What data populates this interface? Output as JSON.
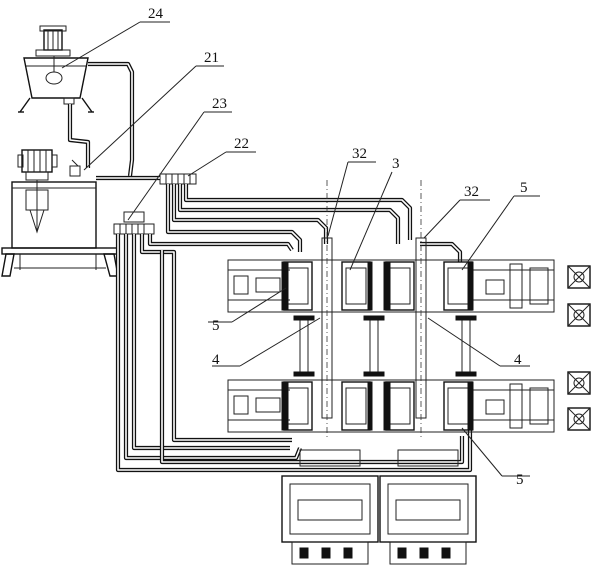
{
  "labels": {
    "l24": "24",
    "l21": "21",
    "l23": "23",
    "l22": "22",
    "l32a": "32",
    "l3": "3",
    "l32b": "32",
    "l5a": "5",
    "l5b": "5",
    "l4a": "4",
    "l4b": "4",
    "l5c": "5"
  }
}
